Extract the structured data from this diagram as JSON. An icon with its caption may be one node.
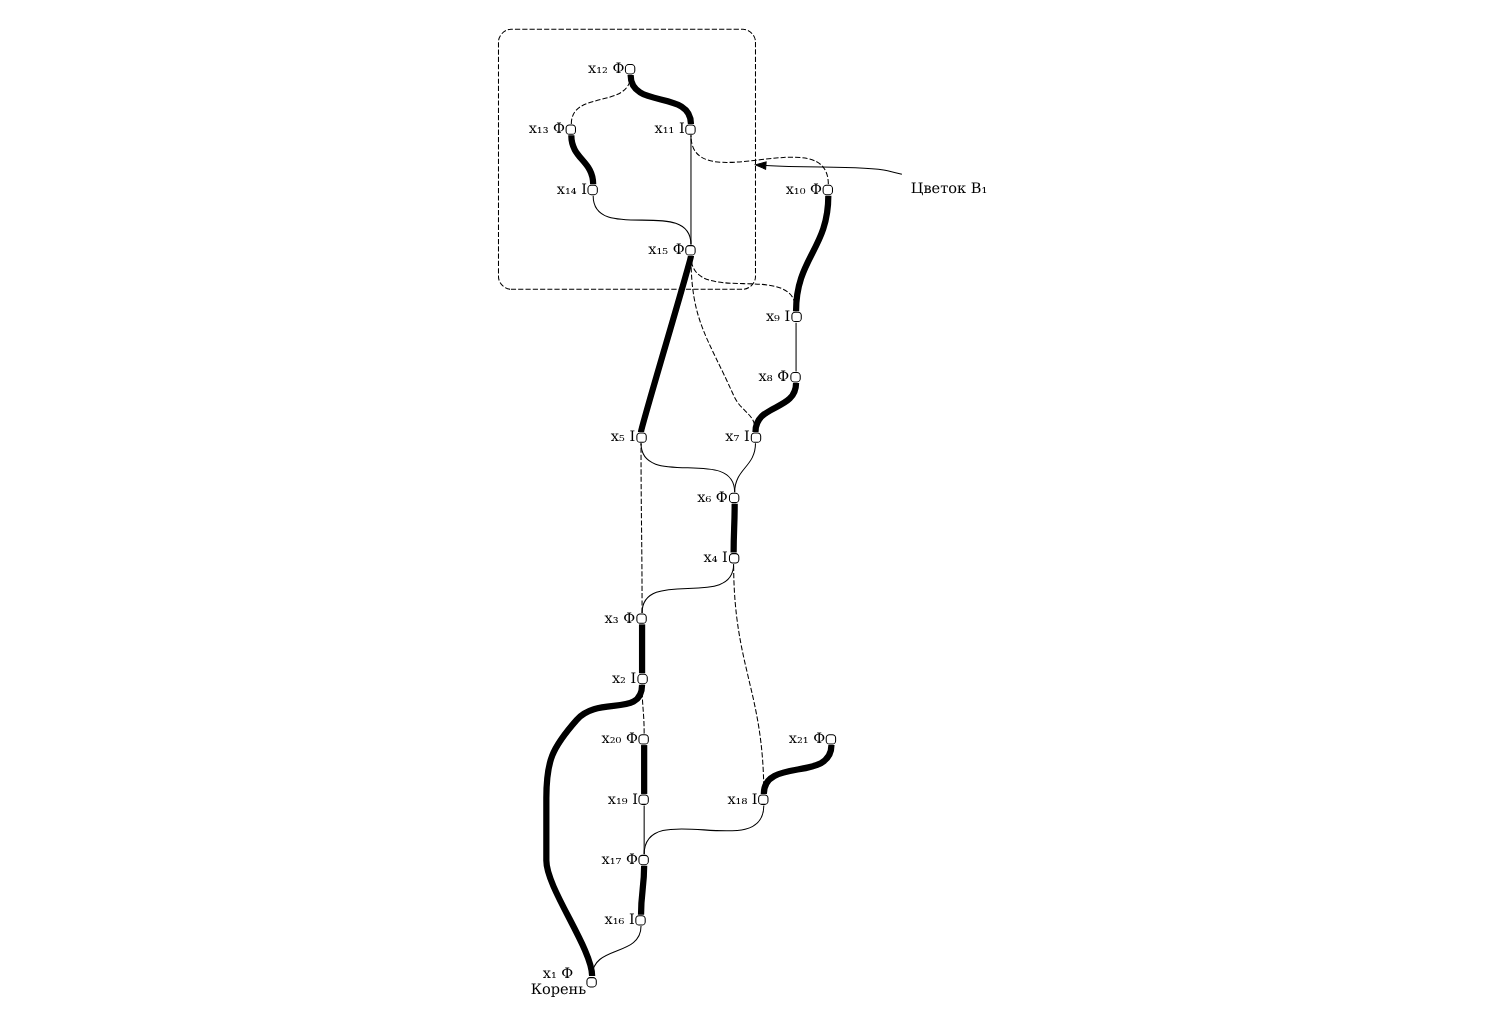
{
  "diagram": {
    "nodes": [
      {
        "text": [],
        "shape": "box"
      },
      {
        "text": [],
        "shape": "circle",
        "beside": [
          "x₁",
          "Φ",
          "Корень"
        ]
      },
      {
        "text": [],
        "shape": "circle",
        "beside": [
          "x₂",
          "I"
        ]
      },
      {
        "text": [],
        "shape": "circle",
        "beside": [
          "x₃",
          "Φ"
        ]
      },
      {
        "text": [],
        "shape": "circle",
        "beside": [
          "x₄",
          "I"
        ]
      },
      {
        "text": [],
        "shape": "circle",
        "beside": [
          "x₅",
          "I"
        ]
      },
      {
        "text": [],
        "shape": "circle",
        "beside": [
          "x₆",
          "Φ"
        ]
      },
      {
        "text": [],
        "shape": "circle",
        "beside": [
          "x₇",
          "I"
        ]
      },
      {
        "text": [],
        "shape": "circle",
        "beside": [
          "x₈",
          "Φ"
        ]
      },
      {
        "text": [],
        "shape": "circle",
        "beside": [
          "x₉",
          "I"
        ]
      },
      {
        "text": [],
        "shape": "circle",
        "beside": [
          "x₁₀",
          "Φ"
        ]
      },
      {
        "text": [],
        "shape": "circle",
        "beside": [
          "x₁₁",
          "I"
        ],
        "in": 0
      },
      {
        "text": [],
        "shape": "circle",
        "beside": [
          "x₁₂",
          "Φ"
        ],
        "in": 0
      },
      {
        "text": [],
        "shape": "circle",
        "beside": [
          "x₁₃",
          "Φ"
        ],
        "in": 0
      },
      {
        "text": [],
        "shape": "circle",
        "beside": [
          "x₁₄",
          "I"
        ],
        "in": 0
      },
      {
        "text": [],
        "shape": "circle",
        "beside": [
          "x₁₅",
          "Φ"
        ],
        "in": 0
      },
      {
        "text": [],
        "shape": "circle",
        "beside": [
          "x₁₆",
          "I"
        ]
      },
      {
        "text": [],
        "shape": "circle",
        "beside": [
          "x₁₇",
          "Φ"
        ]
      },
      {
        "text": [],
        "shape": "circle",
        "beside": [
          "x₁₈",
          "I"
        ]
      },
      {
        "text": [],
        "shape": "circle",
        "beside": [
          "x₁₉",
          "I"
        ]
      },
      {
        "text": [],
        "shape": "circle",
        "beside": [
          "x₂₀",
          "Φ"
        ]
      },
      {
        "text": [],
        "shape": "circle",
        "beside": [
          "x₂₁",
          "Φ"
        ]
      },
      {
        "text": [
          "Цветок B₁"
        ]
      }
    ],
    "edges": [
      {
        "from": 1,
        "to": 2,
        "arrow": "none",
        "style": "thick"
      },
      {
        "from": 2,
        "to": 3,
        "arrow": "none",
        "style": "thick"
      },
      {
        "from": 3,
        "to": 4,
        "arrow": "none"
      },
      {
        "from": 4,
        "to": 6,
        "arrow": "none",
        "style": "thick"
      },
      {
        "from": 6,
        "to": 5,
        "arrow": "none"
      },
      {
        "from": 5,
        "to": 15,
        "arrow": "none",
        "style": "thick"
      },
      {
        "from": 6,
        "to": 7,
        "arrow": "none"
      },
      {
        "from": 7,
        "to": 8,
        "arrow": "none",
        "style": "thick"
      },
      {
        "from": 8,
        "to": 9,
        "arrow": "none"
      },
      {
        "from": 9,
        "to": 10,
        "arrow": "none",
        "style": "thick"
      },
      {
        "from": 15,
        "to": 11,
        "arrow": "none"
      },
      {
        "from": 11,
        "to": 12,
        "arrow": "none",
        "style": "thick"
      },
      {
        "from": 15,
        "to": 14,
        "arrow": "none"
      },
      {
        "from": 14,
        "to": 13,
        "arrow": "none",
        "style": "thick"
      },
      {
        "from": 13,
        "to": 12,
        "arrow": "none",
        "style": "dashed"
      },
      {
        "from": 1,
        "to": 16,
        "arrow": "none"
      },
      {
        "from": 16,
        "to": 17,
        "arrow": "none",
        "style": "thick"
      },
      {
        "from": 17,
        "to": 18,
        "arrow": "none"
      },
      {
        "from": 18,
        "to": 21,
        "arrow": "none",
        "style": "thick"
      },
      {
        "from": 17,
        "to": 19,
        "arrow": "none"
      },
      {
        "from": 19,
        "to": 20,
        "arrow": "none",
        "style": "thick"
      },
      {
        "from": 20,
        "to": 2,
        "arrow": "none",
        "style": "dashed"
      },
      {
        "from": 18,
        "to": 4,
        "arrow": "none",
        "style": "dashed"
      },
      {
        "from": 3,
        "to": 5,
        "arrow": "none",
        "style": "dashed"
      },
      {
        "from": 7,
        "to": 15,
        "arrow": "none",
        "style": "dashed"
      },
      {
        "from": 9,
        "to": 15,
        "arrow": "none",
        "style": "dashed"
      },
      {
        "from": 10,
        "to": 11,
        "arrow": "none",
        "style": "dashed"
      },
      {
        "from": 22,
        "to": 0,
        "arrow": "to"
      }
    ]
  }
}
